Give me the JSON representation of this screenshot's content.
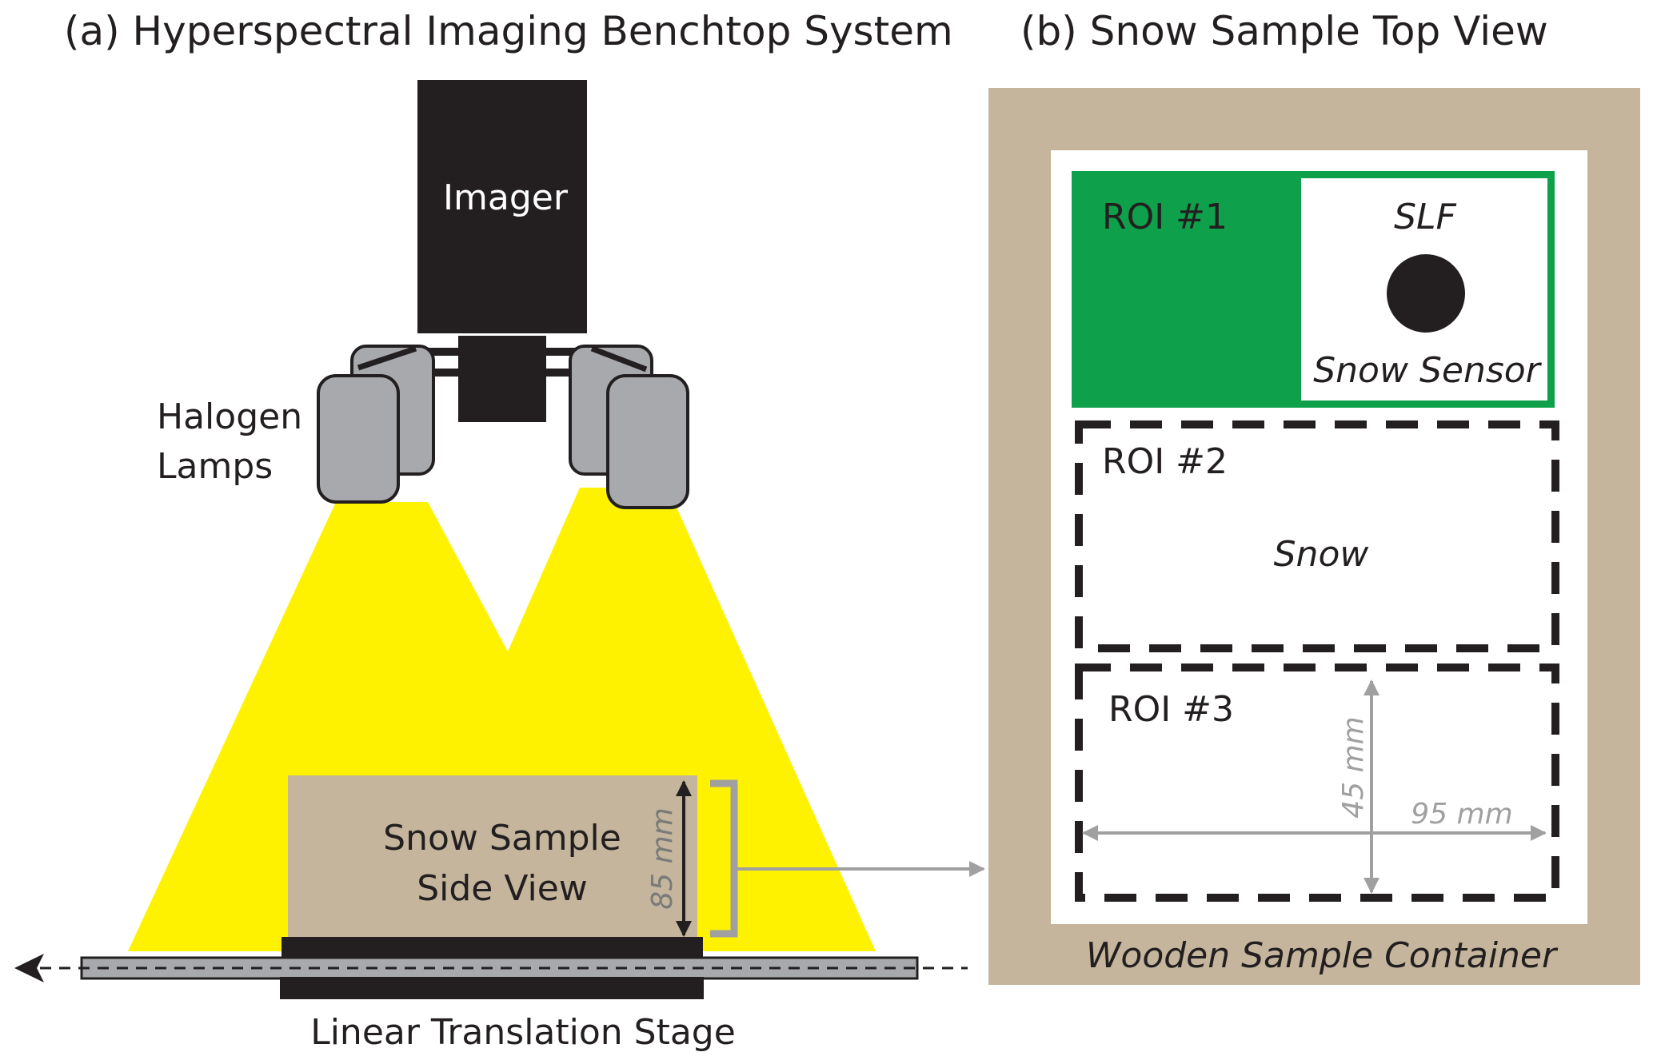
{
  "panel_a": {
    "title": "(a) Hyperspectral Imaging Benchtop System",
    "imager_label": "Imager",
    "lamps_label_line1": "Halogen",
    "lamps_label_line2": "Lamps",
    "sample_label_line1": "Snow Sample",
    "sample_label_line2": "Side View",
    "depth_label": "85 mm",
    "stage_label": "Linear Translation Stage"
  },
  "panel_b": {
    "title": "(b) Snow Sample Top View",
    "roi1_label": "ROI #1",
    "slf_label": "SLF",
    "snow_sensor_label": "Snow Sensor",
    "roi2_label": "ROI #2",
    "snow_label": "Snow",
    "roi3_label": "ROI #3",
    "height_label": "45 mm",
    "width_label": "95 mm",
    "container_label": "Wooden Sample Container"
  },
  "colors": {
    "light_beam": "#fff200",
    "sand": "#c4b59c",
    "roi1_green": "#0ea04b",
    "lamp_gray": "#a7a9ac",
    "dimension_gray": "#a0a0a0",
    "dark": "#231f20"
  }
}
